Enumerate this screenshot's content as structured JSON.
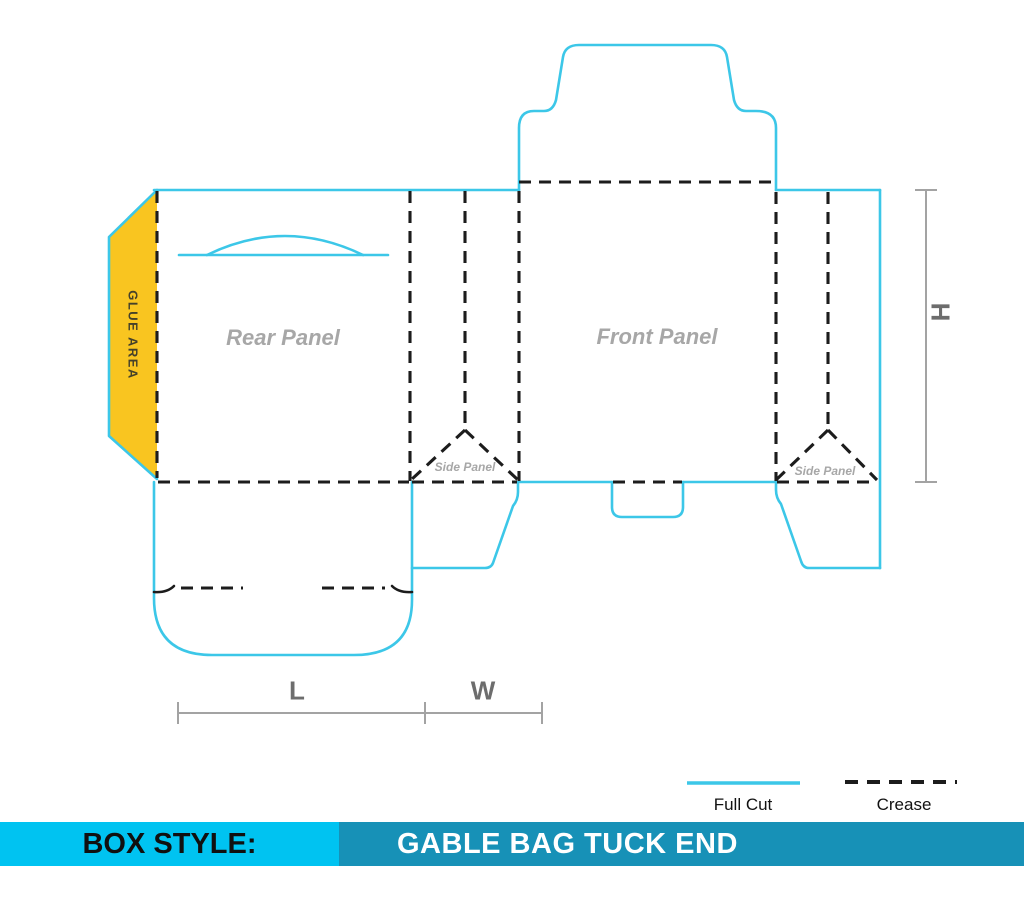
{
  "title_bar": {
    "left_label": "BOX STYLE:",
    "right_label": "GABLE BAG TUCK END"
  },
  "legend": {
    "full_cut_label": "Full Cut",
    "crease_label": "Crease"
  },
  "panels": {
    "glue_area": "GLUE AREA",
    "rear": "Rear Panel",
    "front": "Front Panel",
    "side_left": "Side Panel",
    "side_right": "Side Panel"
  },
  "dimensions": {
    "height_label": "H",
    "length_label": "L",
    "width_label": "W"
  },
  "colors": {
    "cut": "#3cc7e8",
    "crease": "#1c1c1c",
    "glue_fill": "#f9c520",
    "glue_text": "#45412a",
    "panel_text": "#a7a7a7",
    "dimension": "#a3a3a3",
    "dimension_text": "#6d6d6d",
    "legend_text": "#121212",
    "bar_left_bg": "#00c3f1",
    "bar_right_bg": "#1791b7",
    "bar_left_text": "#101010",
    "bar_right_text": "#ffffff"
  }
}
